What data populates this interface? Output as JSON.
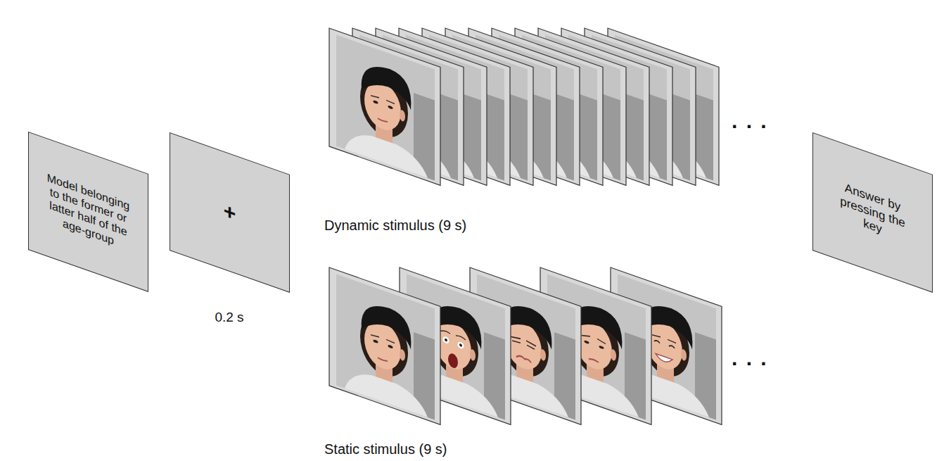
{
  "diagram": {
    "nodes": [
      {
        "text": [
          "Model belonging to the former or latter half of the age-group"
        ]
      },
      {
        "text": [
          "+",
          "0.2 s"
        ]
      },
      {
        "text": [
          "Dynamic stimulus (9 s)"
        ]
      },
      {
        "text": [
          "Static stimulus (9 s)"
        ]
      },
      {
        "text": [
          "Answer by pressing the key"
        ]
      }
    ],
    "labels": [
      ". . .",
      ". . ."
    ]
  }
}
